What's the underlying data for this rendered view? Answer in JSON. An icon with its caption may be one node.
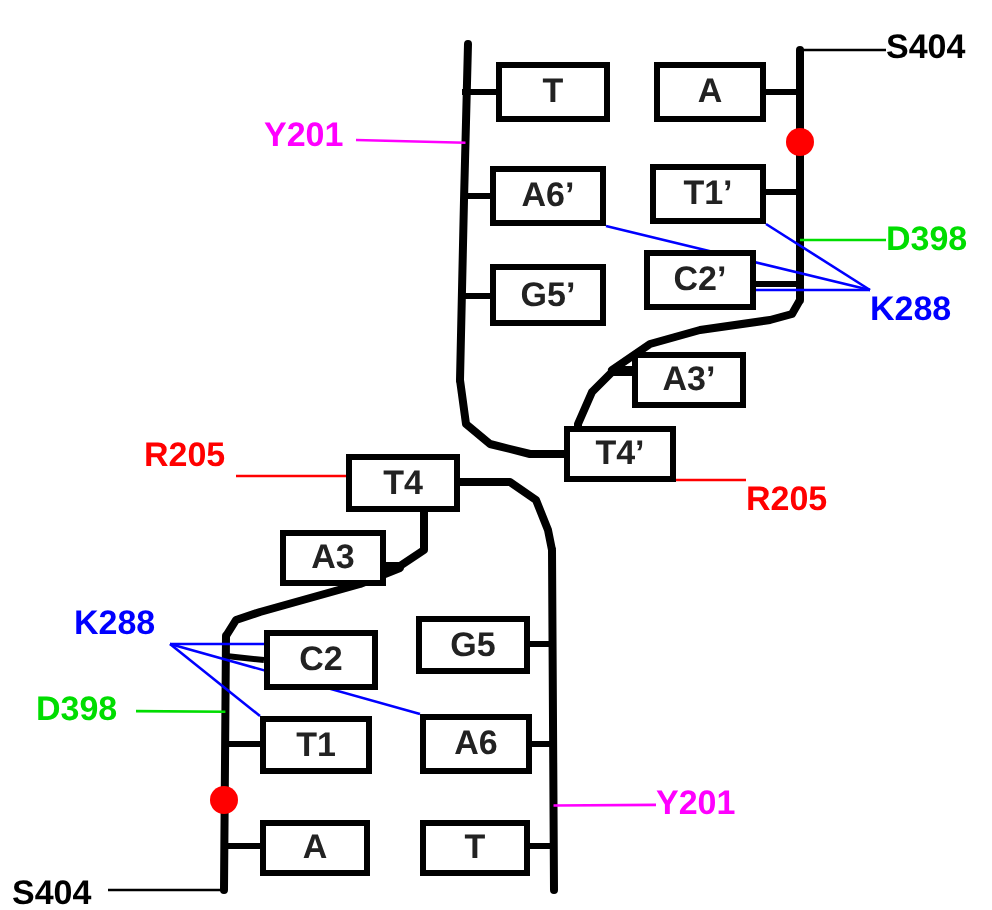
{
  "diagram": {
    "nodes": [
      {
        "text": [
          "S404"
        ]
      },
      {
        "text": [
          "Y201"
        ]
      },
      {
        "text": [
          "T"
        ]
      },
      {
        "text": [
          "A"
        ]
      },
      {
        "text": [
          "A6’"
        ]
      },
      {
        "text": [
          "T1’"
        ]
      },
      {
        "text": [
          "D398"
        ]
      },
      {
        "text": [
          "G5’"
        ]
      },
      {
        "text": [
          "C2’"
        ]
      },
      {
        "text": [
          "K288"
        ]
      },
      {
        "text": [
          "A3’"
        ]
      },
      {
        "text": [
          "R205"
        ]
      },
      {
        "text": [
          "T4"
        ]
      },
      {
        "text": [
          "T4’"
        ]
      },
      {
        "text": [
          "R205"
        ]
      },
      {
        "text": [
          "A3"
        ]
      },
      {
        "text": [
          "K288"
        ]
      },
      {
        "text": [
          "C2"
        ]
      },
      {
        "text": [
          "G5"
        ]
      },
      {
        "text": [
          "D398"
        ]
      },
      {
        "text": [
          "T1"
        ]
      },
      {
        "text": [
          "A6"
        ]
      },
      {
        "text": [
          "Y201"
        ]
      },
      {
        "text": [
          "A"
        ]
      },
      {
        "text": [
          "T"
        ]
      },
      {
        "text": [
          "S404"
        ]
      },
      {
        "text": [],
        "shape": "line"
      },
      {
        "text": [],
        "shape": "line"
      },
      {
        "text": [],
        "shape": "line"
      },
      {
        "text": [],
        "shape": "line"
      }
    ],
    "edges": [
      {
        "from": 1,
        "to": 26,
        "arrow": "none",
        "color": "#ff00ff"
      },
      {
        "from": 0,
        "to": 27,
        "arrow": "none",
        "color": "#000000"
      },
      {
        "from": 6,
        "to": 27,
        "arrow": "none",
        "color": "#00dd00"
      },
      {
        "from": 9,
        "to": 4,
        "arrow": "none",
        "color": "#0000ff"
      },
      {
        "from": 9,
        "to": 5,
        "arrow": "none",
        "color": "#0000ff"
      },
      {
        "from": 9,
        "to": 8,
        "arrow": "none",
        "color": "#0000ff"
      },
      {
        "from": 11,
        "to": 12,
        "arrow": "none",
        "color": "#ff0000"
      },
      {
        "from": 14,
        "to": 13,
        "arrow": "none",
        "color": "#ff0000"
      },
      {
        "from": 16,
        "to": 17,
        "arrow": "none",
        "color": "#0000ff"
      },
      {
        "from": 16,
        "to": 20,
        "arrow": "none",
        "color": "#0000ff"
      },
      {
        "from": 16,
        "to": 21,
        "arrow": "none",
        "color": "#0000ff"
      },
      {
        "from": 19,
        "to": 28,
        "arrow": "none",
        "color": "#00dd00"
      },
      {
        "from": 22,
        "to": 29,
        "arrow": "none",
        "color": "#ff00ff"
      },
      {
        "from": 25,
        "to": 28,
        "arrow": "none",
        "color": "#000000"
      },
      {
        "from": 26,
        "to": 13,
        "arrow": "none",
        "style": "thick",
        "color": "#000000"
      },
      {
        "from": 27,
        "to": 10,
        "arrow": "none",
        "style": "thick",
        "color": "#000000"
      },
      {
        "from": 10,
        "to": 13,
        "arrow": "none",
        "style": "thick",
        "color": "#000000"
      },
      {
        "from": 12,
        "to": 15,
        "arrow": "none",
        "style": "thick",
        "color": "#000000"
      },
      {
        "from": 15,
        "to": 28,
        "arrow": "none",
        "style": "thick",
        "color": "#000000"
      },
      {
        "from": 12,
        "to": 29,
        "arrow": "none",
        "style": "thick",
        "color": "#000000"
      }
    ]
  }
}
